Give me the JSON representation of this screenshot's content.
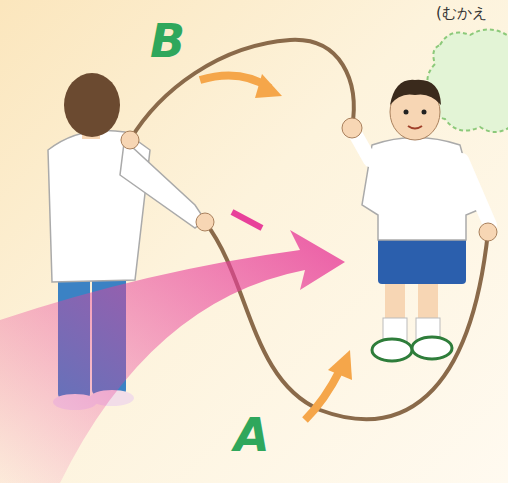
{
  "diagram": {
    "labels": [
      "B",
      "A",
      "(むかえ"
    ]
  }
}
